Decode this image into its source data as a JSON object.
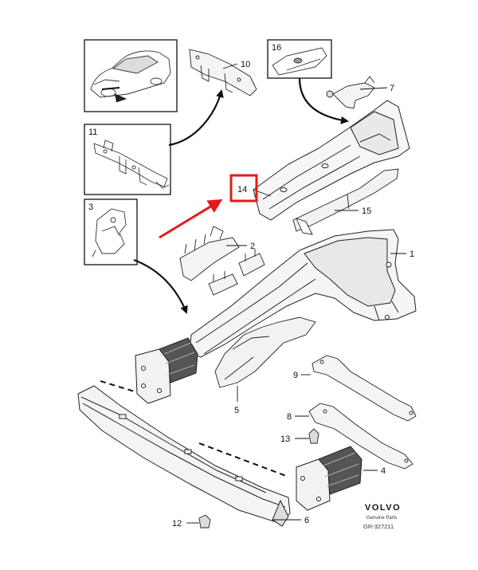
{
  "diagram": {
    "callouts": [
      "1",
      "2",
      "3",
      "4",
      "5",
      "6",
      "7",
      "8",
      "9",
      "10",
      "11",
      "12",
      "13",
      "14",
      "15",
      "16"
    ],
    "highlighted": "14",
    "accent_color": "#e31b1b",
    "line_color": "#111111"
  },
  "brand": {
    "logo_text": "VOLVO",
    "tagline": "Genuine Parts",
    "ref": "GR-327211"
  }
}
